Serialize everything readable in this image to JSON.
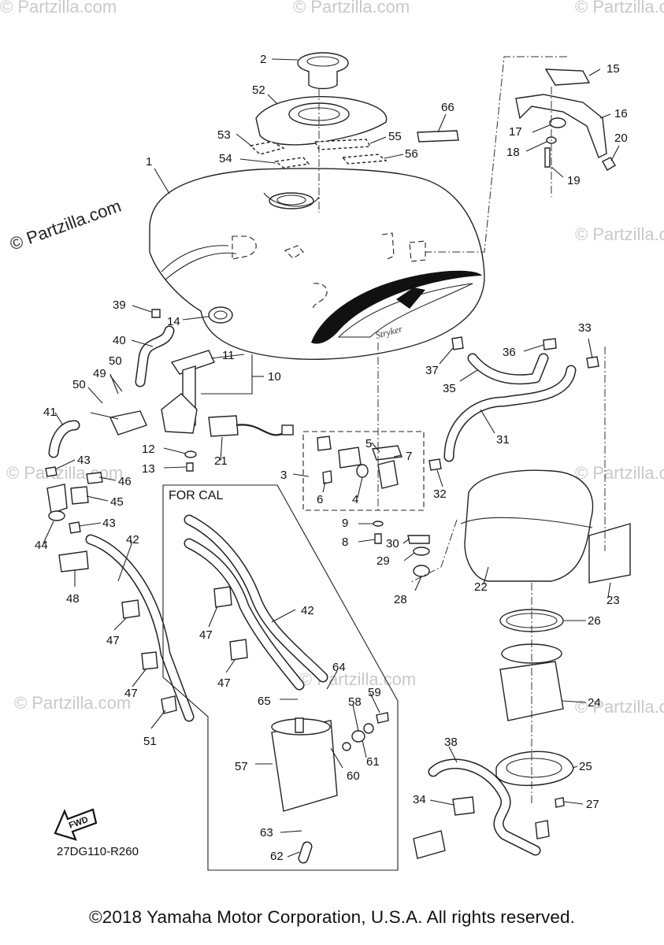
{
  "watermark_text": "© Partzilla.com",
  "labels": {
    "p1": "1",
    "p2": "2",
    "p3": "3",
    "p4": "4",
    "p5": "5",
    "p6": "6",
    "p7": "7",
    "p8": "8",
    "p9": "9",
    "p10": "10",
    "p11": "11",
    "p12": "12",
    "p13": "13",
    "p14": "14",
    "p15": "15",
    "p16": "16",
    "p17": "17",
    "p18": "18",
    "p19": "19",
    "p20": "20",
    "p21": "21",
    "p22": "22",
    "p23": "23",
    "p24": "24",
    "p25": "25",
    "p26": "26",
    "p27": "27",
    "p28": "28",
    "p29": "29",
    "p30": "30",
    "p31": "31",
    "p32": "32",
    "p33": "33",
    "p34": "34",
    "p35": "35",
    "p36": "36",
    "p37": "37",
    "p38": "38",
    "p39": "39",
    "p40": "40",
    "p41": "41",
    "p42a": "42",
    "p42b": "42",
    "p43a": "43",
    "p43b": "43",
    "p44": "44",
    "p45": "45",
    "p46": "46",
    "p47a": "47",
    "p47b": "47",
    "p47c": "47",
    "p47d": "47",
    "p48": "48",
    "p49": "49",
    "p50a": "50",
    "p50b": "50",
    "p51": "51",
    "p52": "52",
    "p53": "53",
    "p54": "54",
    "p55": "55",
    "p56": "56",
    "p57": "57",
    "p58": "58",
    "p59": "59",
    "p60": "60",
    "p61": "61",
    "p62": "62",
    "p63": "63",
    "p64": "64",
    "p65": "65",
    "p66": "66"
  },
  "cal_box_title": "FOR CAL",
  "fwd_label": "FWD",
  "tank_logo_text": "Stryker",
  "diagram_code": "27DG110-R260",
  "copyright": "©2018 Yamaha Motor Corporation, U.S.A. All rights reserved."
}
